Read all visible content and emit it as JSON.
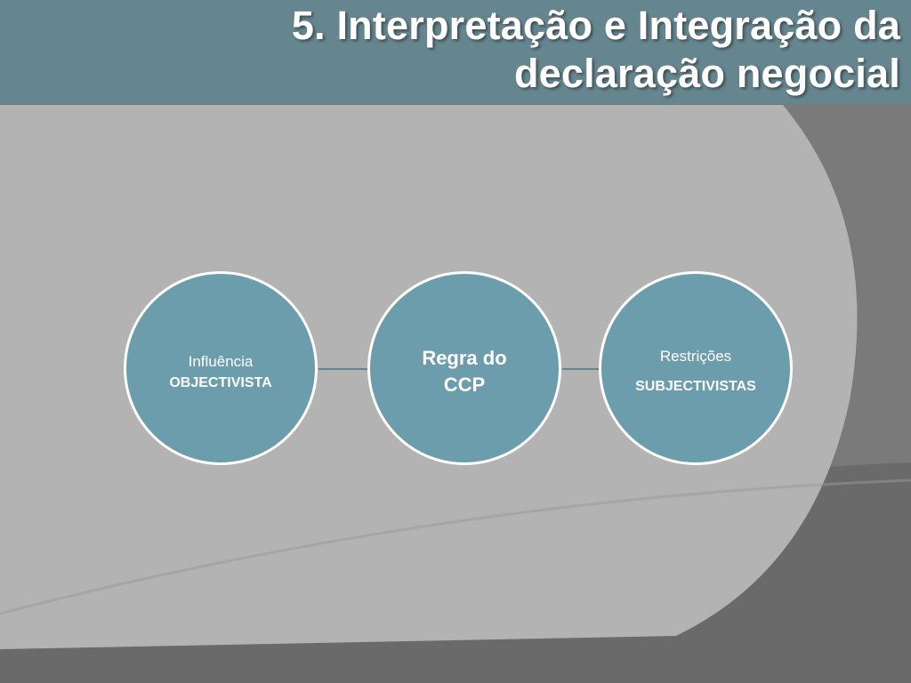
{
  "slide": {
    "title_line1": "5. Interpretação e Integração da",
    "title_line2": "declaração negocial"
  },
  "diagram": {
    "nodes": [
      {
        "id": "left",
        "line1": "Influência",
        "line2": "OBJECTIVISTA"
      },
      {
        "id": "center",
        "line1": "Regra do",
        "line2": "CCP"
      },
      {
        "id": "right",
        "line1": "Restrições",
        "line2": "SUBJECTIVISTAS"
      }
    ],
    "edges": [
      {
        "from": "left",
        "to": "center"
      },
      {
        "from": "center",
        "to": "right"
      }
    ]
  },
  "colors": {
    "title_bar": "#66868f",
    "node_fill": "#6c9dac",
    "node_border": "#ffffff",
    "connector": "#5b8793",
    "background_light": "#b2b2b2",
    "background_dark": "#7d7d7d"
  }
}
